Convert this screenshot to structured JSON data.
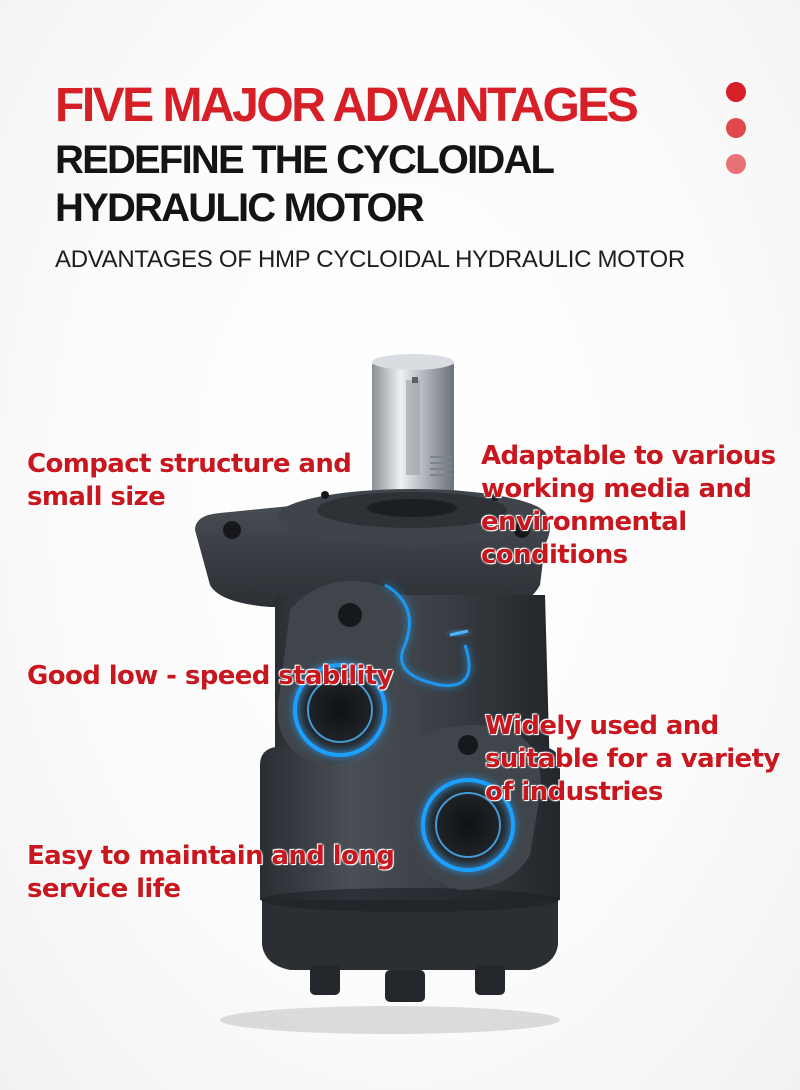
{
  "header": {
    "headline": "FIVE MAJOR ADVANTAGES",
    "subheadline_line1": "REDEFINE THE CYCLOIDAL",
    "subheadline_line2": "HYDRAULIC MOTOR",
    "tagline": "ADVANTAGES OF HMP CYCLOIDAL HYDRAULIC MOTOR"
  },
  "colors": {
    "accent_red": "#d61f26",
    "feature_red": "#c8171e",
    "glow_blue": "#1ea0ff",
    "motor_body": "#3a3e44"
  },
  "features": [
    {
      "line1": "Compact structure and",
      "line2": "small size"
    },
    {
      "line1": "Adaptable to various",
      "line2": "working media and",
      "line3": "environmental",
      "line4": "conditions"
    },
    {
      "line1": "Good low - speed stability"
    },
    {
      "line1": "Widely used and",
      "line2": "suitable for a variety",
      "line3": "of industries"
    },
    {
      "line1": "Easy to maintain and long",
      "line2": "service life"
    }
  ],
  "icons": [
    "dots-decoration-icon",
    "hydraulic-motor-illustration"
  ]
}
